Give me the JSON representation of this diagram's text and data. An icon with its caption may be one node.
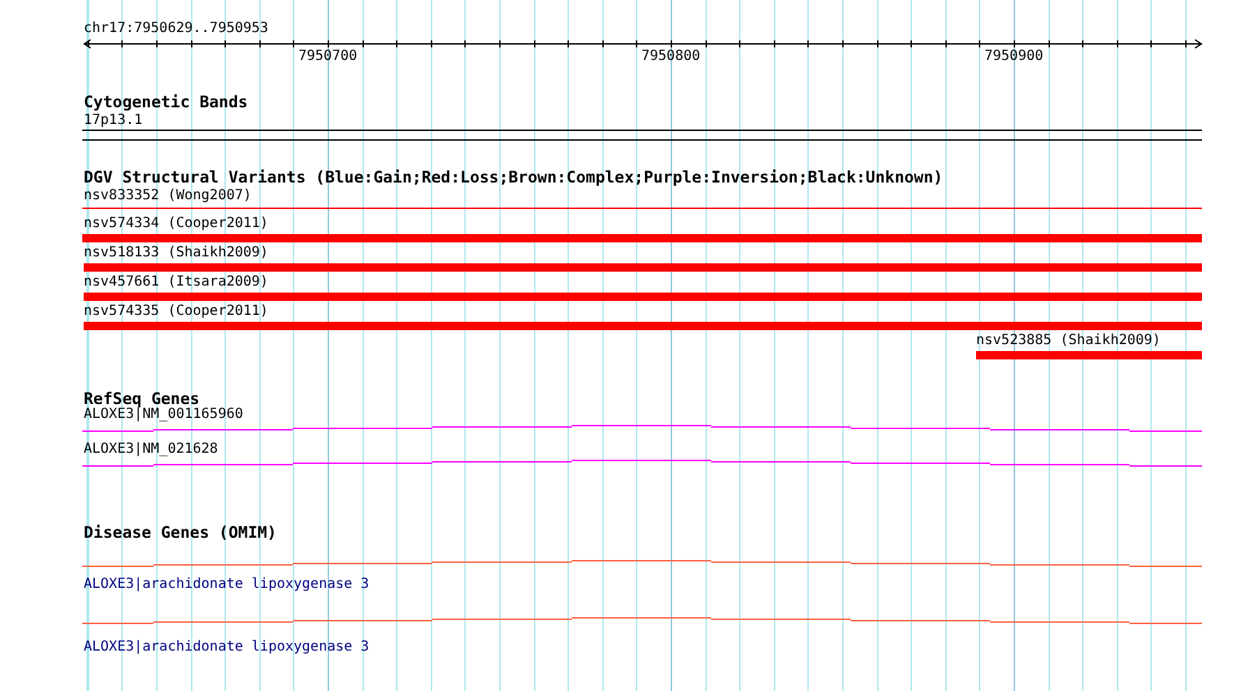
{
  "diagram": {
    "labels": [
      "chr17:7950629..7950953",
      "7950700",
      "7950800",
      "7950900",
      "Cytogenetic Bands",
      "17p13.1",
      "DGV Structural Variants (Blue:Gain;Red:Loss;Brown:Complex;Purple:Inversion;Black:Unknown)",
      "nsv833352 (Wong2007)",
      "nsv574334 (Cooper2011)",
      "nsv518133 (Shaikh2009)",
      "nsv457661 (Itsara2009)",
      "nsv574335 (Cooper2011)",
      "nsv523885 (Shaikh2009)",
      "RefSeq Genes",
      "ALOXE3|NM_001165960",
      "ALOXE3|NM_021628",
      "Disease Genes (OMIM)",
      "ALOXE3|arachidonate lipoxygenase 3",
      "ALOXE3|arachidonate lipoxygenase 3"
    ]
  }
}
